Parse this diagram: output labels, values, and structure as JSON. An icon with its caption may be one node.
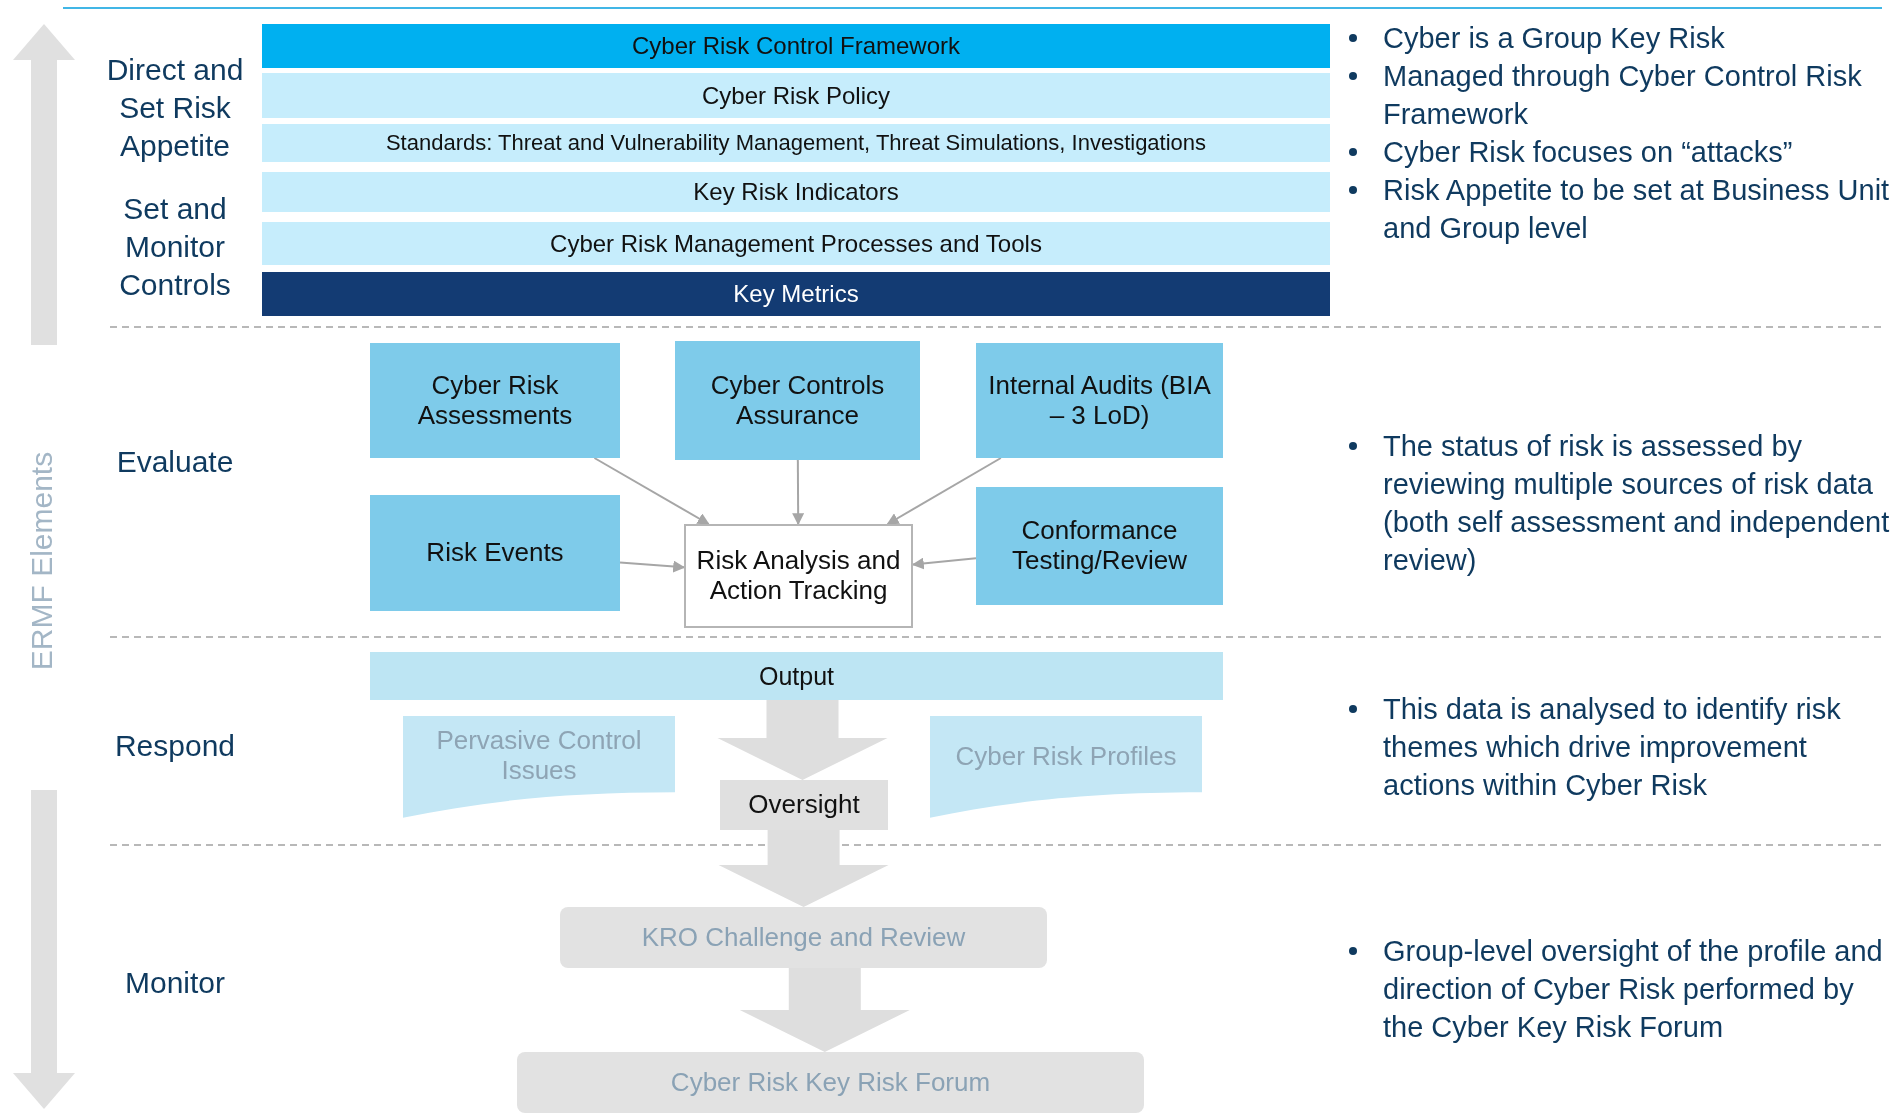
{
  "diagram": {
    "nodes": [
      {
        "text": [
          "Cyber Risk Control Framework"
        ]
      },
      {
        "text": [
          "Cyber Risk Policy"
        ]
      },
      {
        "text": [
          "Standards: Threat and Vulnerability Management, Threat Simulations, Investigations"
        ]
      },
      {
        "text": [
          "Key Risk Indicators"
        ]
      },
      {
        "text": [
          "Cyber Risk Management Processes and Tools"
        ]
      },
      {
        "text": [
          "Key Metrics"
        ]
      },
      {
        "text": [
          "Cyber Risk Assessments"
        ]
      },
      {
        "text": [
          "Cyber Controls Assurance"
        ]
      },
      {
        "text": [
          "Internal Audits (BIA – 3 LoD)"
        ]
      },
      {
        "text": [
          "Risk Events"
        ]
      },
      {
        "text": [
          "Risk Analysis and Action Tracking"
        ]
      },
      {
        "text": [
          "Conformance Testing/Review"
        ]
      },
      {
        "text": [
          "Output"
        ]
      },
      {
        "text": [
          "Pervasive Control Issues"
        ]
      },
      {
        "text": [
          "Oversight"
        ]
      },
      {
        "text": [
          "Cyber Risk Profiles"
        ]
      },
      {
        "text": [
          "KRO Challenge and Review"
        ]
      },
      {
        "text": [
          "Cyber Risk Key Risk Forum"
        ]
      }
    ],
    "edges": [
      {
        "from": 6,
        "to": 10,
        "arrow": "to"
      },
      {
        "from": 7,
        "to": 10,
        "arrow": "to"
      },
      {
        "from": 8,
        "to": 10,
        "arrow": "to"
      },
      {
        "from": 9,
        "to": 10,
        "arrow": "to"
      },
      {
        "from": 11,
        "to": 10,
        "arrow": "to"
      },
      {
        "from": 12,
        "to": 14,
        "arrow": "to",
        "style": "thick",
        "color": "#dedede"
      },
      {
        "from": 14,
        "to": 16,
        "arrow": "to",
        "style": "thick",
        "color": "#dedede"
      },
      {
        "from": 16,
        "to": 17,
        "arrow": "to",
        "style": "thick",
        "color": "#dedede"
      }
    ],
    "labels": [
      "Direct and Set Risk Appetite",
      "Set and Monitor Controls",
      "ERMF Elements",
      "Evaluate",
      "Respond",
      "Monitor",
      "Cyber is a Group Key Risk",
      "Managed through Cyber Control Risk Framework",
      "Cyber Risk focuses on “attacks”",
      "Risk Appetite to be set at Business Unit and Group level",
      "The status of risk is assessed by reviewing multiple sources of risk data (both self assessment and independent review)",
      "This data is analysed to identify risk themes which drive improvement actions within Cyber Risk",
      "Group-level oversight of the profile and direction of Cyber Risk performed by the Cyber Key Risk Forum"
    ]
  }
}
